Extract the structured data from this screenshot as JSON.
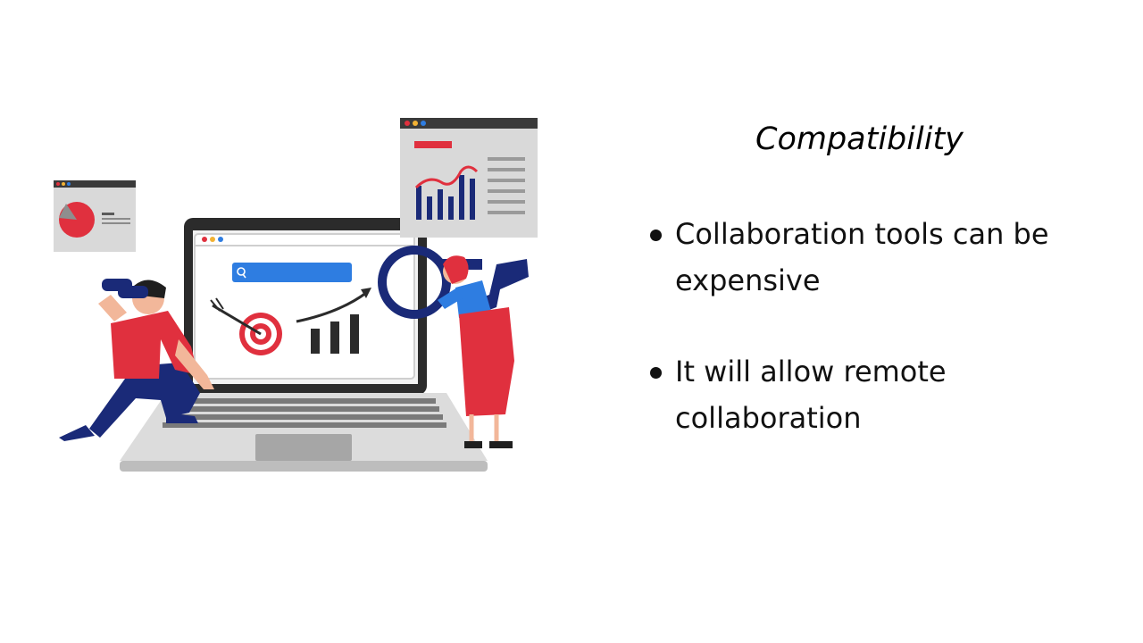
{
  "slide": {
    "title": "Compatibility",
    "bullets": [
      {
        "text": "Collaboration tools can be expensive"
      },
      {
        "text": "It will allow remote collaboration"
      }
    ]
  },
  "illustration": {
    "subject": "analytics-search",
    "colors": {
      "accent_red": "#e0303e",
      "navy": "#1a2a78",
      "blue": "#2e7de1",
      "gray": "#bdbdbd",
      "dark": "#2b2b2b"
    }
  }
}
